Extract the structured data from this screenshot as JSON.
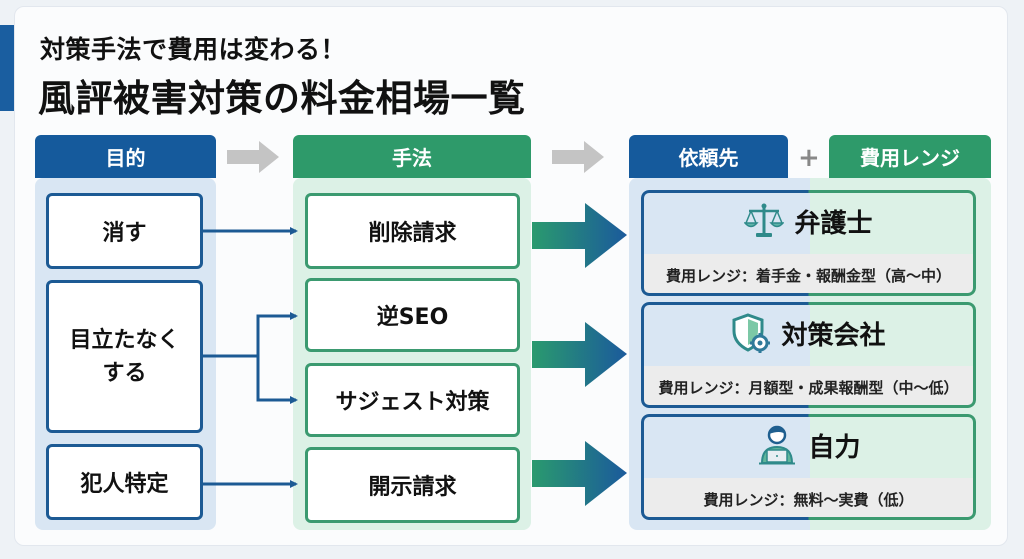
{
  "header": {
    "subtitle": "対策手法で費用は変わる！",
    "title": "風評被害対策の料金相場一覧"
  },
  "columns": {
    "purpose": {
      "label": "目的",
      "items": [
        "消す",
        "目立たなくする",
        "犯人特定"
      ]
    },
    "method": {
      "label": "手法",
      "items": [
        "削除請求",
        "逆SEO",
        "サジェスト対策",
        "開示請求"
      ]
    },
    "provider": {
      "label": "依頼先",
      "plus": "+",
      "cost_label": "費用レンジ"
    }
  },
  "purpose_lines": {
    "erase": [
      "消す"
    ],
    "hide_line1": "目立たなく",
    "hide_line2": "する",
    "identify": "犯人特定"
  },
  "providers": [
    {
      "name": "弁護士",
      "icon": "scales-icon",
      "cost": "費用レンジ：着手金・報酬金型（高〜中）"
    },
    {
      "name": "対策会社",
      "icon": "shield-gear-icon",
      "cost": "費用レンジ：月額型・成果報酬型（中〜低）"
    },
    {
      "name": "自力",
      "icon": "person-laptop-icon",
      "cost": "費用レンジ：無料〜実費（低）"
    }
  ],
  "flows": [
    {
      "from": "消す",
      "to": "削除請求"
    },
    {
      "from": "目立たなくする",
      "to": "逆SEO"
    },
    {
      "from": "目立たなくする",
      "to": "サジェスト対策"
    },
    {
      "from": "犯人特定",
      "to": "開示請求"
    }
  ],
  "colors": {
    "blue": "#155a9c",
    "green": "#2e9a6a",
    "blue_bg": "#d9e6f3",
    "green_bg": "#dcf1e6"
  }
}
